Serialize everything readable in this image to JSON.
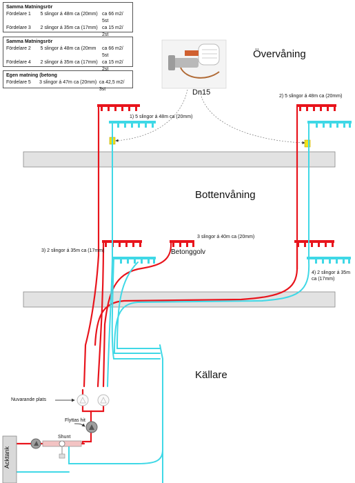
{
  "boxes": [
    {
      "header": "Samma Matningsrör",
      "rows": [
        [
          "Fördelare 1",
          "5 slingor á 48m ca (20mm)",
          "ca 66 m2/ 5st"
        ],
        [
          "Fördelare 3",
          "2 slingor á 35m ca (17mm)",
          "ca 15 m2/ 2st"
        ]
      ]
    },
    {
      "header": "Samma Matningsrör",
      "rows": [
        [
          "Fördelare 2",
          "5 slingor á 48m ca (20mm",
          "ca 66 m2/ 5st"
        ],
        [
          "Fördelare 4",
          "2 slingor á 35m ca (17mm)",
          "ca 15 m2/ 2st"
        ]
      ]
    },
    {
      "header": "Egen matning (betong",
      "rows": [
        [
          "Fördelare 5",
          "3 slingor á 47m ca (20mm)",
          "ca 42,5 m2/ 3st"
        ]
      ]
    }
  ],
  "floors": {
    "upper": "Övervåning",
    "ground": "Bottenvåning",
    "basement": "Källare"
  },
  "valve_label": "Dn15",
  "notes": {
    "m1": "1) 5 slingor á 48m ca (20mm)",
    "m2": "2) 5 slingor á 48m ca (20mm)",
    "m3": "3) 2 slingor á 35m ca (17mm)",
    "m5": "3 slingor á 40m ca (20mm)",
    "m4a": "4) 2 slingor á 35m",
    "m4b": "ca (17mm)"
  },
  "betong": "Betonggolv",
  "nuvarande": "Nuvarande plats",
  "flyttas": "Flyttas hit",
  "shunt": "Shunt",
  "acktank": "Acktank",
  "colors": {
    "supply": "#e8141c",
    "return": "#3fd8e6",
    "slab": "#e2e2e2",
    "yellow": "#f2e21a"
  }
}
